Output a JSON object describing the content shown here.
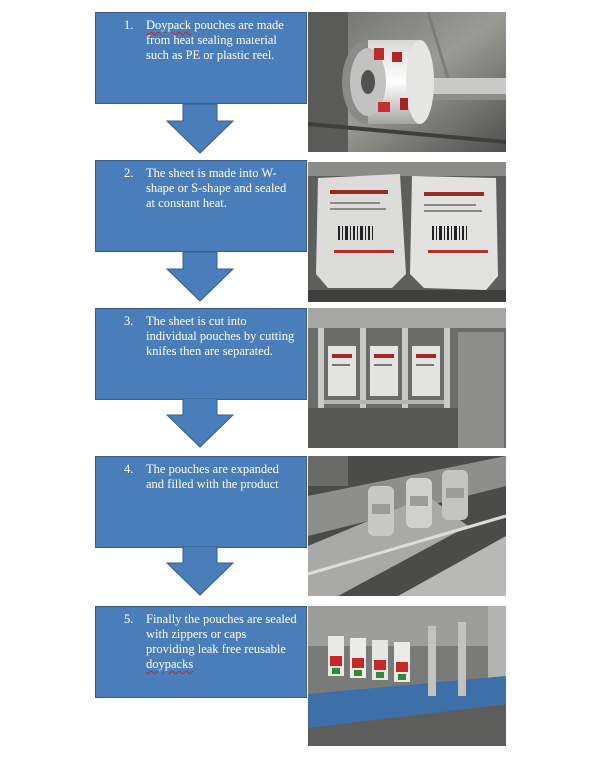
{
  "steps": [
    {
      "number": "1.",
      "text_before": "",
      "flagged_word": "Doypack",
      "text_after": " pouches are made from heat sealing material such as PE or plastic reel."
    },
    {
      "number": "2.",
      "text_before": "The sheet is made into W-shape or S-shape and sealed at constant heat.",
      "flagged_word": "",
      "text_after": ""
    },
    {
      "number": "3.",
      "text_before": "The sheet is cut into individual pouches by cutting knifes then are separated.",
      "flagged_word": "",
      "text_after": ""
    },
    {
      "number": "4.",
      "text_before": "The pouches are expanded and filled with the product",
      "flagged_word": "",
      "text_after": ""
    },
    {
      "number": "5.",
      "text_before": "Finally the pouches are sealed with zippers or caps providing leak free reusable ",
      "flagged_word": "doypacks",
      "text_after": ""
    }
  ],
  "colors": {
    "box_fill": "#4a7ebb",
    "box_border": "#385d8a",
    "text": "#ffffff",
    "spell_underline": "#d02020"
  }
}
